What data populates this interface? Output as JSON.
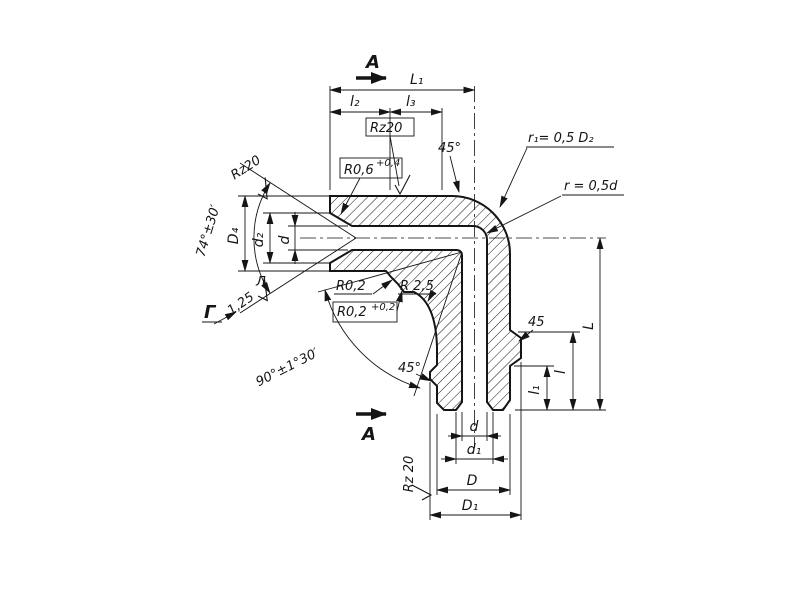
{
  "drawing": {
    "colors": {
      "line": "#151515",
      "background": "#ffffff"
    },
    "labels": {
      "section_top": "A",
      "section_bottom": "A",
      "dim_L1": "L₁",
      "dim_l2": "l₂",
      "dim_l3": "l₃",
      "rz20_top": "Rz20",
      "rz20_left": "Rz20",
      "rz20_bottom": "Rz 20",
      "r06": "R0,6",
      "r06_tol": "+0,4",
      "angle45_top": "45°",
      "r1_formula": "r₁= 0,5 D₂",
      "r_formula": "r = 0,5d",
      "dim_d_left": "d",
      "dim_d2": "d₂",
      "dim_D4": "D₄",
      "angle74": "74°±30′",
      "label_L_cyr": "Л",
      "roughness_125": "1,25",
      "label_G_cyr": "Г",
      "R02": "R0,2",
      "R25": "R 2,5",
      "R02b": "R0,2",
      "R02b_tol": "+0,2",
      "angle90": "90°±1°30′",
      "angle45_bottom": "45°",
      "dim_L": "L",
      "dim_l": "l",
      "dim_l1": "l₁",
      "chamfer45_right": "45",
      "dim_d_bottom": "d",
      "dim_d1": "d₁",
      "dim_D": "D",
      "dim_D1": "D₁"
    }
  }
}
